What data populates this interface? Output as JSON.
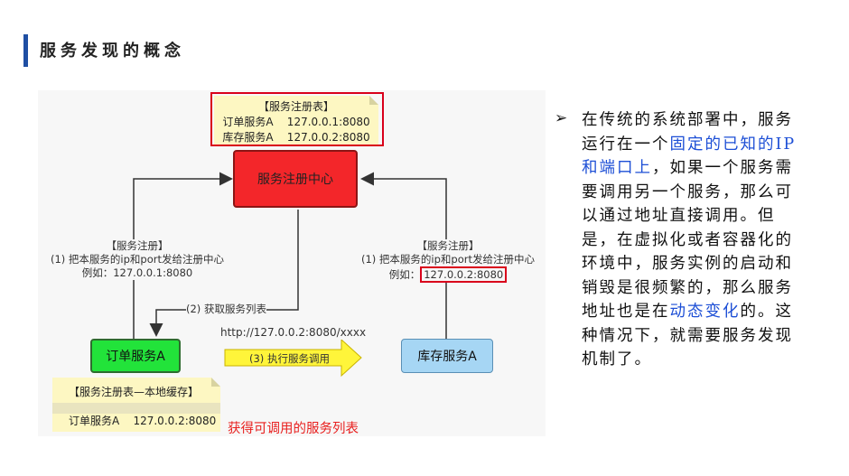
{
  "header": {
    "title": "服务发现的概念"
  },
  "diagram": {
    "registry_note": {
      "title": "【服务注册表】",
      "rows": [
        "订单服务A    127.0.0.1:8080",
        "库存服务A    127.0.0.2:8080"
      ]
    },
    "registry_center": "服务注册中心",
    "left_label": {
      "title": "【服务注册】",
      "line1": "(1) 把本服务的ip和port发给注册中心",
      "line2": "例如：127.0.0.1:8080"
    },
    "right_label": {
      "title": "【服务注册】",
      "line1": "(1) 把本服务的ip和port发给注册中心",
      "line2_prefix": "例如：",
      "line2_value": "127.0.0.2:8080"
    },
    "fetch_label": "(2) 获取服务列表",
    "url_label": "http://127.0.0.2:8080/xxxx",
    "exec_label": "(3) 执行服务调用",
    "order_service": "订单服务A",
    "stock_service": "库存服务A",
    "cache_note": {
      "title": "【服务注册表—本地缓存】",
      "row": "订单服务A    127.0.0.2:8080"
    },
    "caption": "获得可调用的服务列表"
  },
  "description": {
    "bullet": "➢",
    "part1": "在传统的系统部署中，服务运行在一个",
    "hl1": "固定的已知的IP和端口上",
    "part2": "，如果一个服务需要调用另一个服务，那么可以通过地址直接调用。但是，在虚拟化或者容器化的环境中，服务实例的启动和销毁是很频繁的，那么服务地址也是在",
    "hl2": "动态变化",
    "part3": "的。这种情况下，就需要服务发现机制了。"
  },
  "colors": {
    "accent": "#1f4fa3",
    "registry_red": "#f3262a",
    "order_green": "#22e33a",
    "stock_blue": "#a6d6f4",
    "note_yellow": "#fdf7c2",
    "highlight_blue": "#1d4fd6",
    "caption_red": "#e8201f"
  }
}
